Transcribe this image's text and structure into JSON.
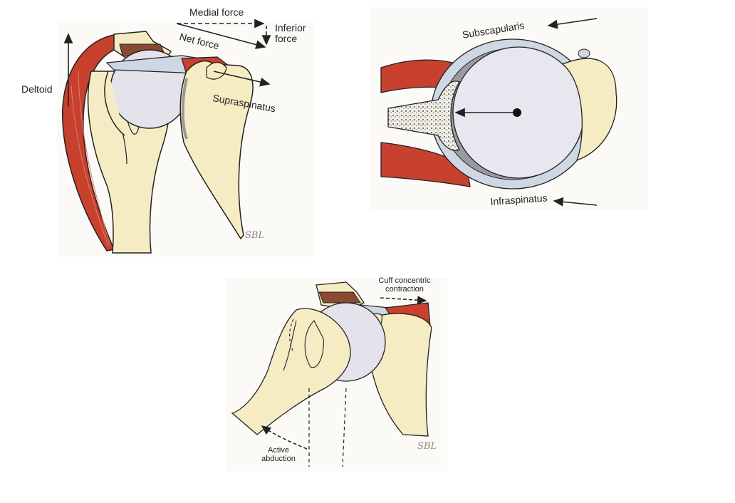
{
  "figure_a": {
    "labels": {
      "medial_force": "Medial force",
      "net_force": "Net force",
      "inferior_force": "Inferior force",
      "deltoid": "Deltoid",
      "supraspinatus": "Supraspinatus",
      "signature": "SBL"
    }
  },
  "figure_b": {
    "labels": {
      "subscapularis": "Subscapularis",
      "infraspinatus": "Infraspinatus"
    }
  },
  "figure_c": {
    "labels": {
      "cuff_contraction": "Cuff concentric contraction",
      "active_abduction": "Active abduction",
      "signature": "SBL"
    }
  },
  "colors": {
    "muscle": "#c8402e",
    "bone": "#f5ecc4",
    "cartilage": "#e4e2ea",
    "tendon": "#cfd6e4",
    "outline": "#222222"
  }
}
